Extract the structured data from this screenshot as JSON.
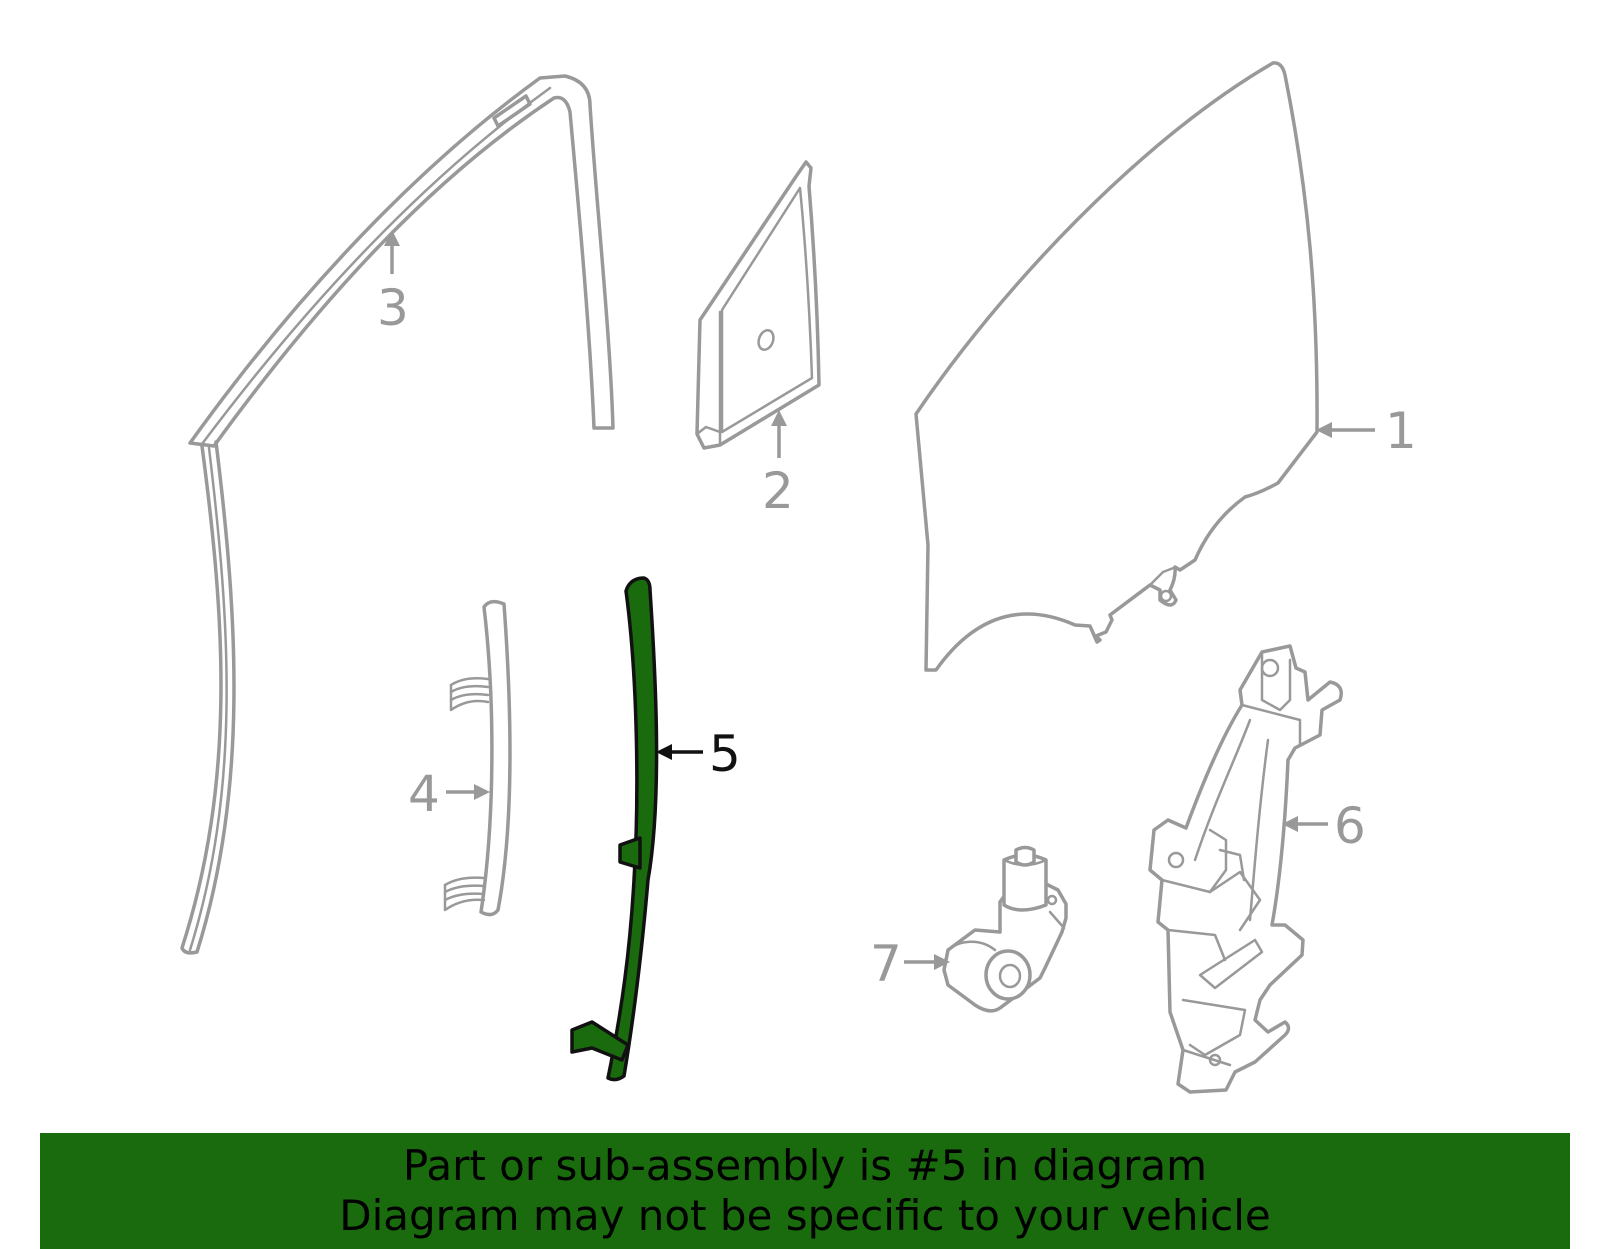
{
  "diagram": {
    "callouts": [
      {
        "number": "1",
        "part": "door-glass"
      },
      {
        "number": "2",
        "part": "quarter-glass"
      },
      {
        "number": "3",
        "part": "glass-run-channel"
      },
      {
        "number": "4",
        "part": "rear-channel"
      },
      {
        "number": "5",
        "part": "front-channel"
      },
      {
        "number": "6",
        "part": "window-regulator"
      },
      {
        "number": "7",
        "part": "regulator-motor"
      }
    ],
    "highlighted_part": "5",
    "colors": {
      "highlight": "#1a6b0e",
      "line": "#999999",
      "active_label": "#111111",
      "banner": "#1a6b0e"
    }
  },
  "banner": {
    "line1": "Part or sub-assembly is #5 in diagram",
    "line2": "Diagram may not be specific to your vehicle"
  }
}
